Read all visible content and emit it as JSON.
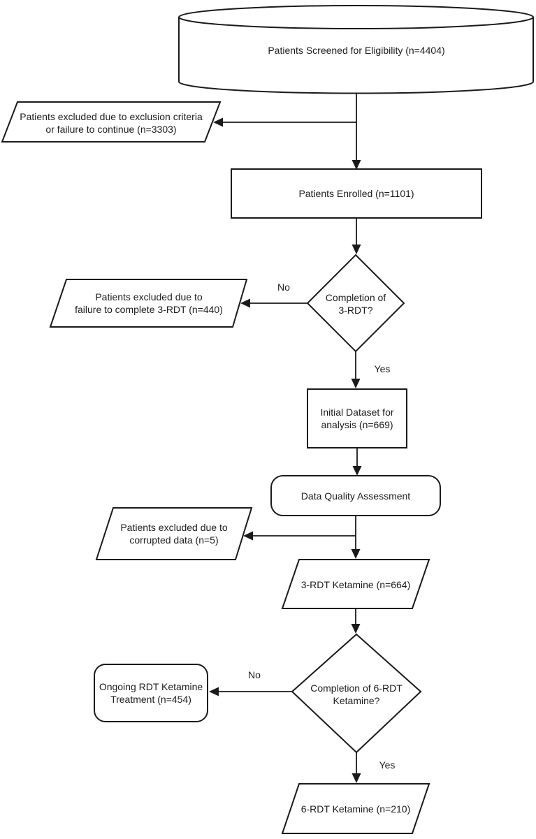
{
  "diagram": {
    "background": "#ffffff",
    "stroke_color": "#1a1a1a",
    "text_color": "#1c1c1c",
    "nodes": {
      "screened": {
        "shape": "cylinder",
        "lines": [
          "Patients Screened for Eligibility (n=4404)"
        ]
      },
      "excluded_screening": {
        "shape": "parallelogram",
        "lines": [
          "Patients excluded due to exclusion criteria",
          "or failure to continue (n=3303)"
        ]
      },
      "enrolled": {
        "shape": "rectangle",
        "lines": [
          "Patients Enrolled (n=1101)"
        ]
      },
      "completion_3rdt": {
        "shape": "diamond",
        "lines": [
          "Completion of",
          "3-RDT?"
        ]
      },
      "excluded_3rdt": {
        "shape": "parallelogram",
        "lines": [
          "Patients excluded due to",
          "failure to complete 3-RDT (n=440)"
        ]
      },
      "initial_dataset": {
        "shape": "rectangle",
        "lines": [
          "Initial Dataset for",
          "analysis (n=669)"
        ]
      },
      "data_quality": {
        "shape": "rounded-rectangle",
        "lines": [
          "Data Quality Assessment"
        ]
      },
      "excluded_corrupted": {
        "shape": "parallelogram",
        "lines": [
          "Patients excluded due to",
          "corrupted data (n=5)"
        ]
      },
      "ketamine_3rdt": {
        "shape": "parallelogram",
        "lines": [
          "3-RDT Ketamine (n=664)"
        ]
      },
      "completion_6rdt": {
        "shape": "diamond",
        "lines": [
          "Completion of 6-RDT",
          "Ketamine?"
        ]
      },
      "ongoing_treatment": {
        "shape": "rounded-rectangle",
        "lines": [
          "Ongoing RDT Ketamine",
          "Treatment (n=454)"
        ]
      },
      "ketamine_6rdt": {
        "shape": "parallelogram",
        "lines": [
          "6-RDT Ketamine (n=210)"
        ]
      }
    },
    "edge_labels": {
      "no_3rdt": "No",
      "yes_3rdt": "Yes",
      "no_6rdt": "No",
      "yes_6rdt": "Yes"
    }
  }
}
